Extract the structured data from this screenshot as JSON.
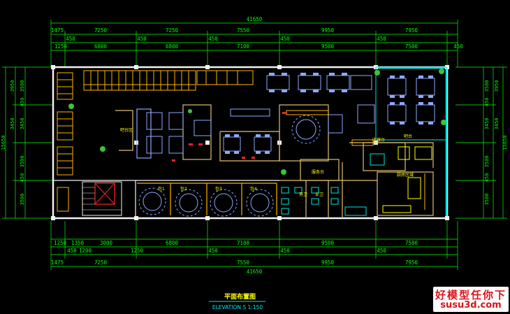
{
  "drawing": {
    "title_cn": "平面布置图",
    "subtitle": "ELEVATION S 1:150"
  },
  "dimensions": {
    "overall": "41650",
    "height_total": "15650",
    "top_row1": [
      "1475",
      "7250",
      "7250",
      "7550",
      "9950",
      "7950"
    ],
    "top_row2": [
      "450",
      "450",
      "450",
      "450",
      "450"
    ],
    "top_row3": [
      "1250",
      "6800",
      "6800",
      "7100",
      "9500",
      "7500",
      "450"
    ],
    "bottom_row1": [
      "1250",
      "1350",
      "3000",
      "6800",
      "7100",
      "9500",
      "7500"
    ],
    "bottom_row2": [
      "450",
      "1200",
      "1250",
      "450",
      "450",
      "450"
    ],
    "bottom_row3": [
      "1475",
      "7250",
      "7550",
      "9950",
      "7950"
    ],
    "left_col": [
      "3950",
      "3500",
      "450",
      "3450",
      "3450",
      "3500",
      "450",
      "3500"
    ],
    "right_col": [
      "3950",
      "3500",
      "450",
      "3450",
      "3450",
      "3500",
      "450",
      "3500"
    ]
  },
  "room_labels": {
    "l1": "吧台区",
    "l2": "服务台",
    "l3": "吧台",
    "l4": "收银台",
    "l5": "厨房区域",
    "l6": "男卫",
    "l7": "女卫",
    "l8": "包1",
    "l9": "包2",
    "l10": "包3",
    "l11": "包4"
  },
  "colors": {
    "background": "#000000",
    "dimension": "#00ff00",
    "wall": "#f2f2f2",
    "furniture": "#ffb400",
    "furniture_alt": "#c8a000",
    "table": "#8ea8ff",
    "accent_cyan": "#00e5e5",
    "accent_red": "#ff2020",
    "accent_yellow": "#ffff00",
    "plant": "#3ac43a"
  },
  "watermark": {
    "line1": "好模型任你下",
    "line2": "susu3d.com"
  }
}
